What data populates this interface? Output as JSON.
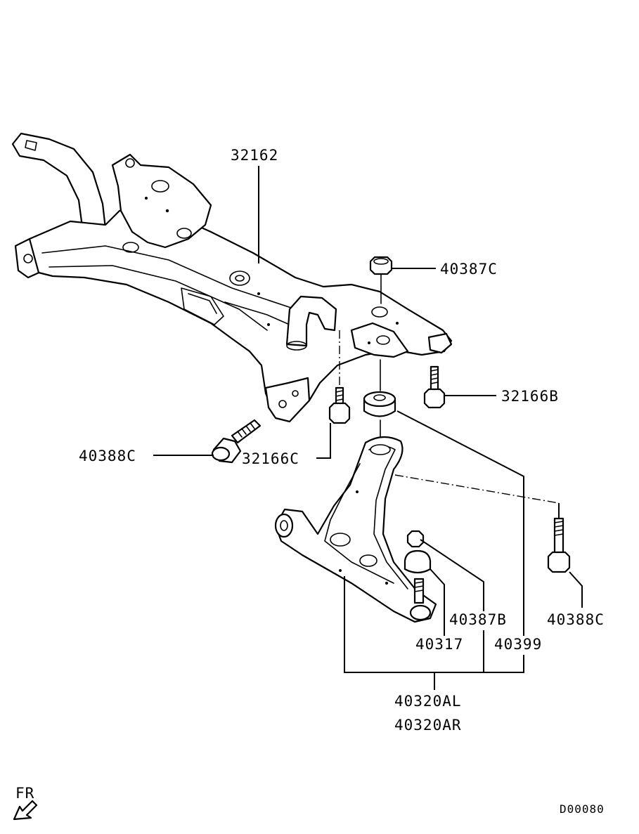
{
  "labels": {
    "crossmember": "32162",
    "nut_top": "40387C",
    "bolt_right": "32166B",
    "bolt_left_long": "40388C",
    "bolt_mid": "32166C",
    "nut_small": "40387B",
    "bolt_far_right": "40388C",
    "ball_joint": "40317",
    "bushing": "40399",
    "arm_left": "40320AL",
    "arm_right": "40320AR"
  },
  "front_indicator": "FR",
  "diagram_code": "D00080"
}
